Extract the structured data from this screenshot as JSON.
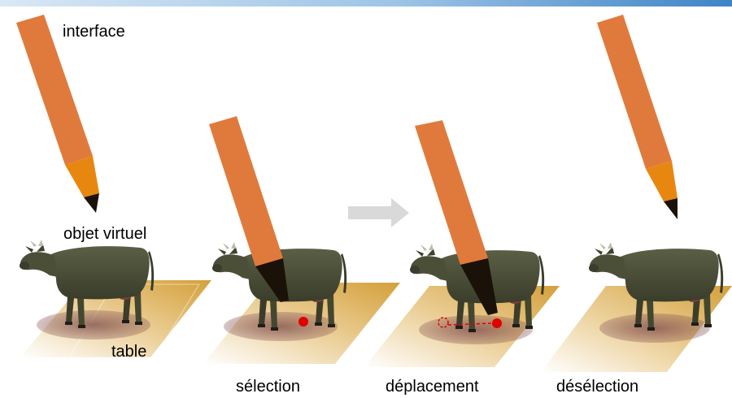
{
  "labels": {
    "interface": "interface",
    "virtual_object": "objet virtuel",
    "table": "table"
  },
  "steps": [
    {
      "caption": "sélection"
    },
    {
      "caption": "déplacement"
    },
    {
      "caption": "désélection"
    }
  ],
  "colors": {
    "pencil_body": "#e07a3c",
    "pencil_wood": "#e8870f",
    "pencil_lead": "#1a1208",
    "table_gold": "#d4a03a",
    "cow_body": "#4a4e36",
    "selection_marker": "#e00000",
    "arrow": "#d9d9d9"
  }
}
